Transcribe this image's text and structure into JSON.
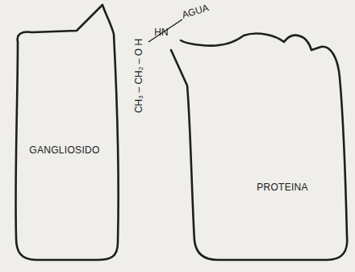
{
  "diagram": {
    "nodes": [
      {
        "text": [
          "GANGLIOSIDO"
        ]
      },
      {
        "text": [
          "PROTEINA"
        ]
      }
    ],
    "labels": [
      "AGUA",
      "CH₃ – CH₂ – O H",
      "HN"
    ]
  }
}
